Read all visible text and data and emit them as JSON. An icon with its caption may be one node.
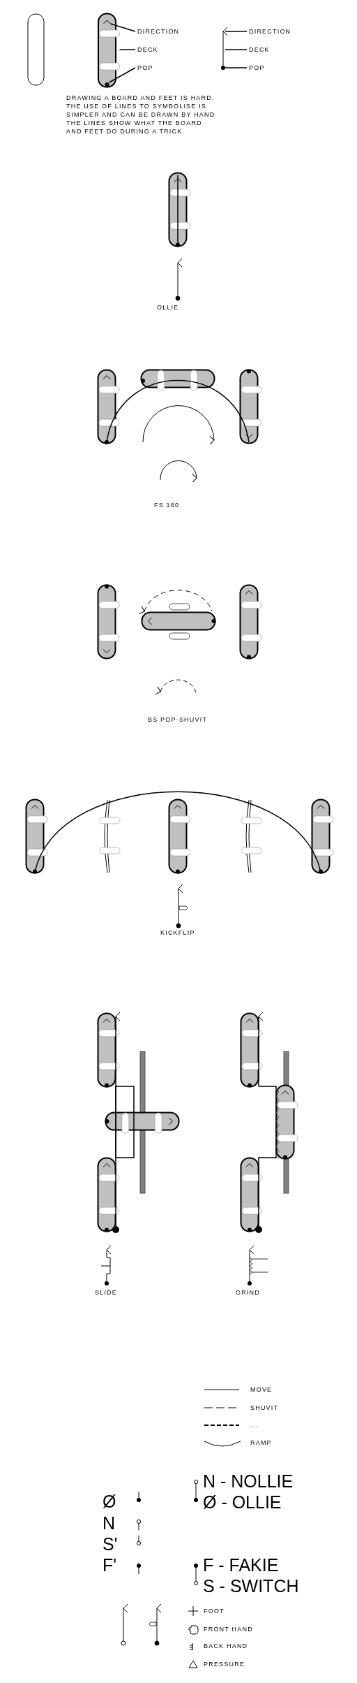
{
  "diagram": {
    "nodes": [
      {
        "text": [
          "DIRECTION"
        ]
      },
      {
        "text": [
          "DECK"
        ]
      },
      {
        "text": [
          "POP"
        ]
      },
      {
        "text": [
          "DIRECTION"
        ]
      },
      {
        "text": [
          "DECK"
        ]
      },
      {
        "text": [
          "POP"
        ]
      },
      {
        "text": [],
        "shape": "bar"
      },
      {
        "text": [],
        "shape": "chevron",
        "in": 6
      },
      {
        "text": [],
        "shape": "circle",
        "in": 6
      },
      {
        "text": [],
        "shape": "arrow"
      }
    ],
    "edges": [
      {
        "from": 0,
        "to": 7,
        "arrow": "none"
      },
      {
        "from": 1,
        "to": 6,
        "arrow": "none"
      },
      {
        "from": 2,
        "to": 8,
        "arrow": "none"
      },
      {
        "from": 3,
        "to": 9,
        "arrow": "none"
      },
      {
        "from": 4,
        "to": 9,
        "arrow": "none"
      },
      {
        "from": 5,
        "to": 9,
        "arrow": "none"
      }
    ],
    "labels": [
      "DRAWING A BOARD AND FEET IS HARD. THE USE OF LINES TO SYMBOLISE IS SIMPLER AND CAN BE DRAWN BY HAND THE LINES SHOW WHAT THE BOARD AND FEET DO DURING A TRICK.",
      "OLLIE",
      "FS 180",
      "BS POP-SHUVIT",
      "KICKFLIP",
      "SLIDE",
      "GRIND",
      "N - NOLLIE",
      "Ø",
      "Ø - OLLIE",
      "N",
      "S'",
      "F - FAKIE",
      "F'",
      "S - SWITCH"
    ],
    "legend": [
      {
        "text": "MOVE"
      },
      {
        "text": "SHUVIT"
      },
      {
        "text": "..."
      },
      {
        "text": "RAMP"
      },
      {
        "text": "FOOT"
      },
      {
        "text": "FRONT HAND"
      },
      {
        "text": "BACK HAND"
      },
      {
        "text": "PRESSURE"
      }
    ]
  }
}
